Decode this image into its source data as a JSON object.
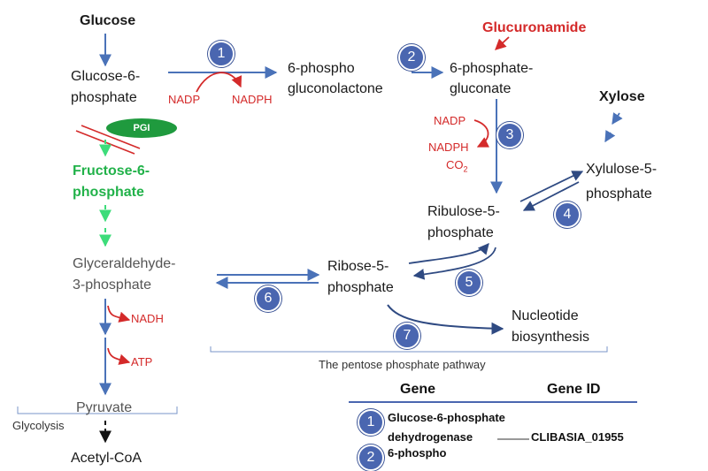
{
  "nodes": {
    "glucose": "Glucose",
    "g6p": [
      "Glucose-6-",
      "phosphate"
    ],
    "gluconolactone": [
      "6-phospho",
      "gluconolactone"
    ],
    "gluconate": [
      "6-phosphate-",
      "gluconate"
    ],
    "glucuronamide": "Glucuronamide",
    "xylose": "Xylose",
    "xylulose": [
      "Xylulose-5-",
      "phosphate"
    ],
    "ribulose": [
      "Ribulose-5-",
      "phosphate"
    ],
    "f6p": [
      "Fructose-6-",
      "phosphate"
    ],
    "g3p": [
      "Glyceraldehyde-",
      "3-phosphate"
    ],
    "ribose": [
      "Ribose-5-",
      "phosphate"
    ],
    "nucleotide": [
      "Nucleotide",
      "biosynthesis"
    ],
    "pyruvate": "Pyruvate",
    "acetyl_coa": "Acetyl-CoA"
  },
  "cofactors": {
    "nadp_1": "NADP",
    "nadph_1": "NADPH",
    "nadp_3": "NADP",
    "nadph_3": "NADPH",
    "co2": "CO",
    "co2_sub": "2",
    "nadh": "NADH",
    "atp": "ATP",
    "pgi": "PGI"
  },
  "steps": [
    "1",
    "2",
    "3",
    "4",
    "5",
    "6",
    "7"
  ],
  "section_labels": {
    "pentose": "The pentose phosphate pathway",
    "glycolysis": "Glycolysis"
  },
  "table": {
    "headers": [
      "Gene",
      "Gene ID"
    ],
    "rows": [
      {
        "num": "1",
        "gene": [
          "Glucose-6-phosphate",
          "dehydrogenase"
        ],
        "id": "CLIBASIA_01955"
      },
      {
        "num": "2",
        "gene": [
          "6-phospho"
        ],
        "id": ""
      }
    ]
  },
  "colors": {
    "blue_arrow": "#4a72b8",
    "red": "#d42a2a",
    "green": "#22b24a",
    "badge": "#4a66b0"
  }
}
